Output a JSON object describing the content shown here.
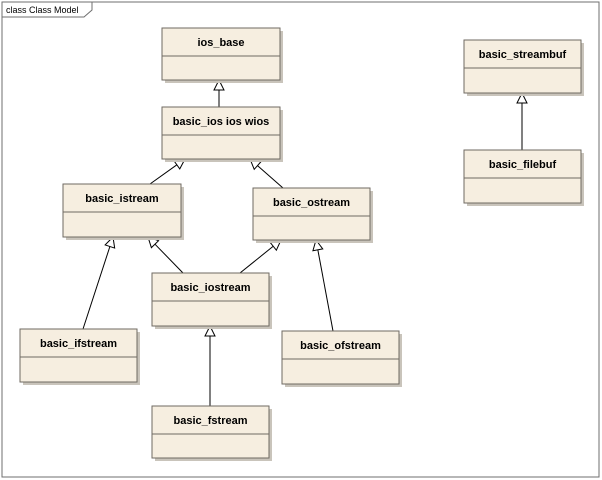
{
  "frame": {
    "title": "class Class Model"
  },
  "classes": [
    {
      "id": "ios_base",
      "name": "ios_base"
    },
    {
      "id": "basic_ios",
      "name": "basic_ios ios wios"
    },
    {
      "id": "basic_istream",
      "name": "basic_istream"
    },
    {
      "id": "basic_ostream",
      "name": "basic_ostream"
    },
    {
      "id": "basic_iostream",
      "name": "basic_iostream"
    },
    {
      "id": "basic_ifstream",
      "name": "basic_ifstream"
    },
    {
      "id": "basic_ofstream",
      "name": "basic_ofstream"
    },
    {
      "id": "basic_fstream",
      "name": "basic_fstream"
    },
    {
      "id": "basic_streambuf",
      "name": "basic_streambuf"
    },
    {
      "id": "basic_filebuf",
      "name": "basic_filebuf"
    }
  ],
  "generalizations": [
    {
      "child": "basic_ios",
      "parent": "ios_base"
    },
    {
      "child": "basic_istream",
      "parent": "basic_ios"
    },
    {
      "child": "basic_ostream",
      "parent": "basic_ios"
    },
    {
      "child": "basic_iostream",
      "parent": "basic_istream"
    },
    {
      "child": "basic_iostream",
      "parent": "basic_ostream"
    },
    {
      "child": "basic_ifstream",
      "parent": "basic_istream"
    },
    {
      "child": "basic_ofstream",
      "parent": "basic_ostream"
    },
    {
      "child": "basic_fstream",
      "parent": "basic_iostream"
    },
    {
      "child": "basic_filebuf",
      "parent": "basic_streambuf"
    }
  ],
  "colors": {
    "class_fill": "#f6eee0",
    "class_stroke": "#6f6a62",
    "edge": "#000000",
    "frame": "#6f6f6f"
  }
}
